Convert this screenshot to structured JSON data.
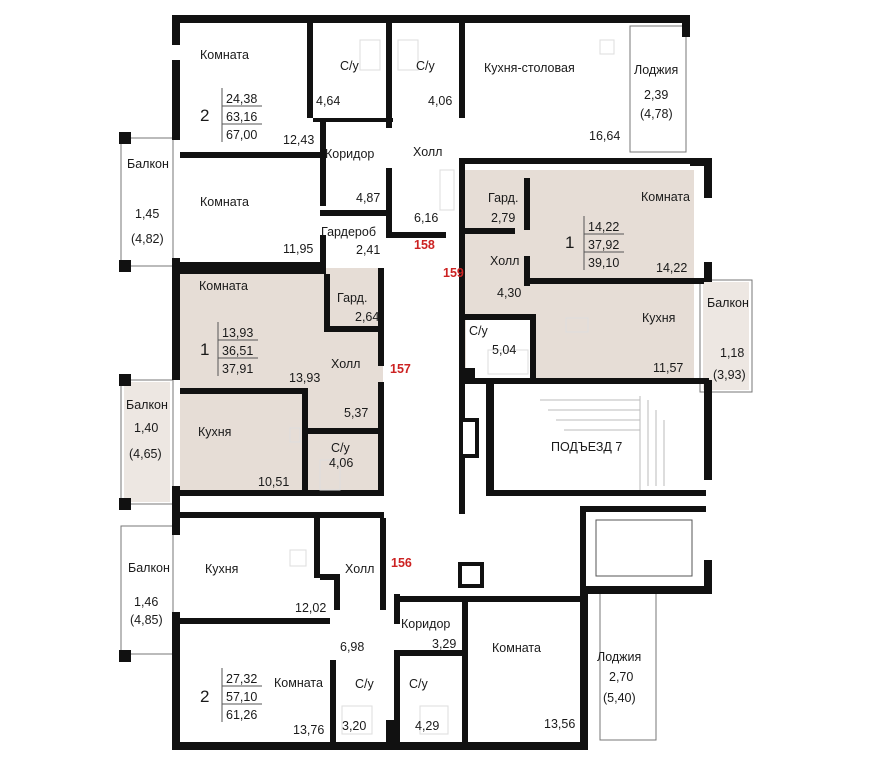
{
  "rooms": {
    "a2top": {
      "room1": {
        "name": "Комната",
        "area": "12,43"
      },
      "su1": {
        "name": "С/у",
        "area": "4,64"
      },
      "su2": {
        "name": "С/у",
        "area": "4,06"
      },
      "kitchen": {
        "name": "Кухня-столовая",
        "area": "16,64"
      },
      "loggia": {
        "name": "Лоджия",
        "area": "2,39",
        "area2": "(4,78)"
      },
      "corridor": {
        "name": "Коридор",
        "area": "4,87"
      },
      "hall": {
        "name": "Холл",
        "area": "6,16"
      },
      "room2": {
        "name": "Комната",
        "area": "11,95"
      },
      "wardrobe": {
        "name": "Гардероб",
        "area": "2,41"
      },
      "balcony": {
        "name": "Балкон",
        "area": "1,45",
        "area2": "(4,82)"
      },
      "summary": {
        "rooms": "2",
        "living": "24,38",
        "total": "63,16",
        "full": "67,00"
      }
    },
    "a1right": {
      "gard": {
        "name": "Гард.",
        "area": "2,79"
      },
      "room": {
        "name": "Комната",
        "area": "14,22"
      },
      "hall": {
        "name": "Холл",
        "area": "4,30"
      },
      "su": {
        "name": "С/у",
        "area": "5,04"
      },
      "kitchen": {
        "name": "Кухня",
        "area": "11,57"
      },
      "balcony": {
        "name": "Балкон",
        "area": "1,18",
        "area2": "(3,93)"
      },
      "summary": {
        "rooms": "1",
        "living": "14,22",
        "total": "37,92",
        "full": "39,10"
      }
    },
    "a1left": {
      "room": {
        "name": "Комната",
        "area": "13,93"
      },
      "gard": {
        "name": "Гард.",
        "area": "2,64"
      },
      "hall": {
        "name": "Холл",
        "area": "5,37"
      },
      "kitchen": {
        "name": "Кухня",
        "area": "10,51"
      },
      "su": {
        "name": "С/у",
        "area": "4,06"
      },
      "balcony": {
        "name": "Балкон",
        "area": "1,40",
        "area2": "(4,65)"
      },
      "summary": {
        "rooms": "1",
        "living": "13,93",
        "total": "36,51",
        "full": "37,91"
      }
    },
    "a2bottom": {
      "kitchen": {
        "name": "Кухня",
        "area": "12,02"
      },
      "hall": {
        "name": "Холл",
        "area": "6,98"
      },
      "balcony": {
        "name": "Балкон",
        "area": "1,46",
        "area2": "(4,85)"
      },
      "room1": {
        "name": "Комната",
        "area": "13,76"
      },
      "su1": {
        "name": "С/у",
        "area": "3,20"
      },
      "corridor": {
        "name": "Коридор",
        "area": "3,29"
      },
      "su2": {
        "name": "С/у",
        "area": "4,29"
      },
      "room2": {
        "name": "Комната",
        "area": "13,56"
      },
      "loggia": {
        "name": "Лоджия",
        "area": "2,70",
        "area2": "(5,40)"
      },
      "summary": {
        "rooms": "2",
        "living": "27,32",
        "total": "57,10",
        "full": "61,26"
      }
    }
  },
  "apartment_numbers": {
    "n156": "156",
    "n157": "157",
    "n158": "158",
    "n159": "159"
  },
  "entrance": {
    "label": "ПОДЪЕЗД 7"
  },
  "colors": {
    "highlight": "#e6ddd6",
    "wall": "#111111",
    "number": "#cc2222"
  }
}
